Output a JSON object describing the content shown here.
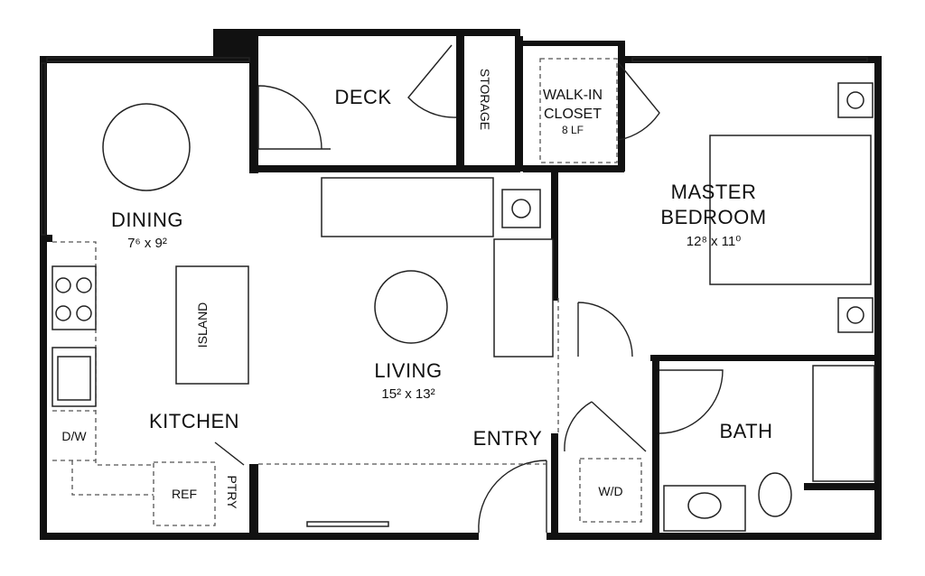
{
  "rooms": {
    "deck": "DECK",
    "storage": "STORAGE",
    "walkin_line1": "WALK-IN",
    "walkin_line2": "CLOSET",
    "walkin_note": "8 LF",
    "master_line1": "MASTER",
    "master_line2": "BEDROOM",
    "master_dims": "12⁸ x 11⁰",
    "dining": "DINING",
    "dining_dims": "7⁶ x 9²",
    "living": "LIVING",
    "living_dims": "15² x 13²",
    "kitchen": "KITCHEN",
    "island": "ISLAND",
    "entry": "ENTRY",
    "bath": "BATH",
    "dw": "D/W",
    "ref": "REF",
    "ptry": "PTRY",
    "wd": "W/D"
  }
}
